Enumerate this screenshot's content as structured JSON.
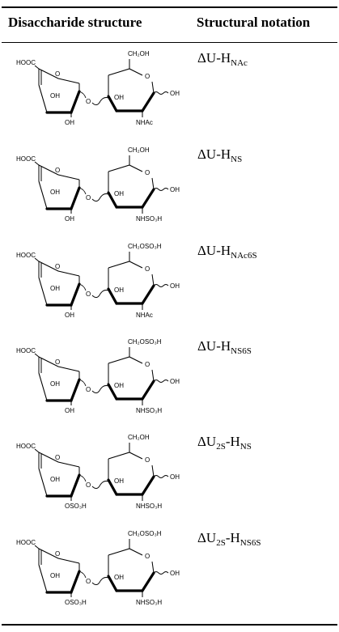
{
  "header": {
    "col1": "Disaccharide structure",
    "col2": "Structural notation"
  },
  "rows": [
    {
      "cooh": "HOOC",
      "oh_ring1": "OH",
      "oh_bottom1": "OH",
      "c6": "CH₂OH",
      "oh_ring2": "OH",
      "oh_right": "OH",
      "n_sub": "NHAc",
      "notation_base": "ΔU",
      "notation_base_sub": "",
      "notation_dash": "-H",
      "notation_sub": "NAc"
    },
    {
      "cooh": "HOOC",
      "oh_ring1": "OH",
      "oh_bottom1": "OH",
      "c6": "CH₂OH",
      "oh_ring2": "OH",
      "oh_right": "OH",
      "n_sub": "NHSO₃H",
      "notation_base": "ΔU",
      "notation_base_sub": "",
      "notation_dash": "-H",
      "notation_sub": "NS"
    },
    {
      "cooh": "HOOC",
      "oh_ring1": "OH",
      "oh_bottom1": "OH",
      "c6": "CH₂OSO₃H",
      "oh_ring2": "OH",
      "oh_right": "OH",
      "n_sub": "NHAc",
      "notation_base": "ΔU",
      "notation_base_sub": "",
      "notation_dash": "-H",
      "notation_sub": "NAc6S"
    },
    {
      "cooh": "HOOC",
      "oh_ring1": "OH",
      "oh_bottom1": "OH",
      "c6": "CH₂OSO₃H",
      "oh_ring2": "OH",
      "oh_right": "OH",
      "n_sub": "NHSO₃H",
      "notation_base": "ΔU",
      "notation_base_sub": "",
      "notation_dash": "-H",
      "notation_sub": "NS6S"
    },
    {
      "cooh": "HOOC",
      "oh_ring1": "OH",
      "oh_bottom1": "OSO₃H",
      "c6": "CH₂OH",
      "oh_ring2": "OH",
      "oh_right": "OH",
      "n_sub": "NHSO₃H",
      "notation_base": "ΔU",
      "notation_base_sub": "2S",
      "notation_dash": "-H",
      "notation_sub": "NS"
    },
    {
      "cooh": "HOOC",
      "oh_ring1": "OH",
      "oh_bottom1": "OSO₃H",
      "c6": "CH₂OSO₃H",
      "oh_ring2": "OH",
      "oh_right": "OH",
      "n_sub": "NHSO₃H",
      "notation_base": "ΔU",
      "notation_base_sub": "2S",
      "notation_dash": "-H",
      "notation_sub": "NS6S"
    }
  ]
}
